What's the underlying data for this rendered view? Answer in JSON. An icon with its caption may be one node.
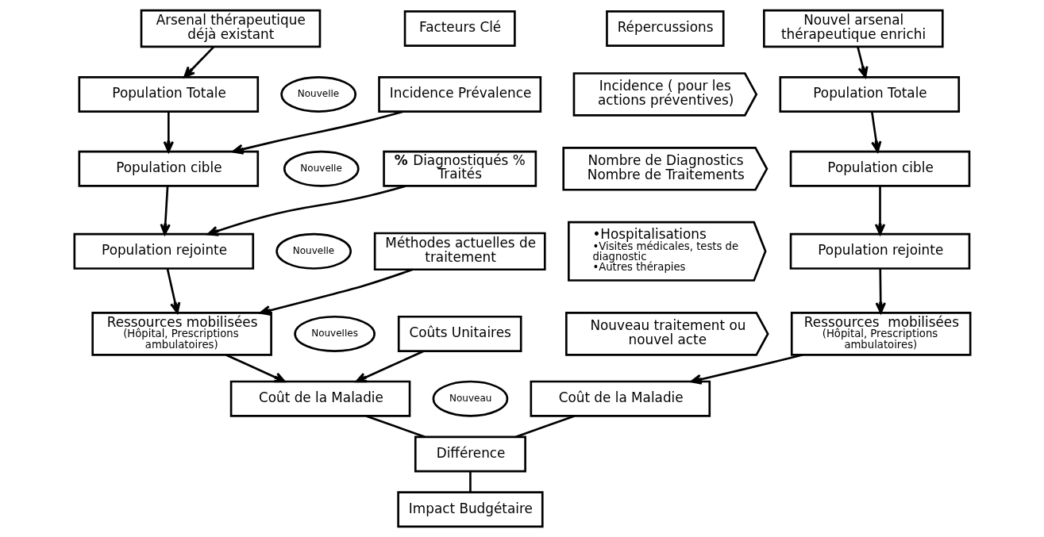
{
  "diagram": {
    "nodes": [
      {
        "text": [
          "Arsenal thérapeutique déjà existant"
        ]
      },
      {
        "text": [
          "Facteurs Clé"
        ]
      },
      {
        "text": [
          "Répercussions"
        ]
      },
      {
        "text": [
          "Nouvel arsenal thérapeutique enrichi"
        ]
      },
      {
        "text": [
          "Population Totale"
        ]
      },
      {
        "text": [
          "Nouvelle"
        ]
      },
      {
        "text": [
          "Population Totale"
        ]
      },
      {
        "text": [
          "Incidence Prévalence"
        ]
      },
      {
        "text": [
          "Incidence ( pour les actions préventives)"
        ]
      },
      {
        "text": [
          "Population cible"
        ]
      },
      {
        "text": [
          "Nouvelle"
        ]
      },
      {
        "text": [
          "Population cible"
        ]
      },
      {
        "text": [
          "**%** Diagnostiqués % Traités"
        ]
      },
      {
        "text": [
          "Nombre de Diagnostics Nombre de Traitements"
        ]
      },
      {
        "text": [
          "Population rejointe"
        ]
      },
      {
        "text": [
          "Nouvelle"
        ]
      },
      {
        "text": [
          "Population rejointe"
        ]
      },
      {
        "text": [
          "Méthodes actuelles de traitement"
        ]
      },
      {
        "text": [
          "•Hospitalisations",
          "•Visites médicales, tests de diagnostic",
          "•Autres thérapies"
        ]
      },
      {
        "text": [
          "Ressources mobilisées",
          "(Hôpital, Prescriptions ambulatoires)"
        ]
      },
      {
        "text": [
          "Nouvelles"
        ]
      },
      {
        "text": [
          "Ressources  mobilisées",
          "(Hôpital, Prescriptions ambulatoires)"
        ]
      },
      {
        "text": [
          "Coûts Unitaires"
        ]
      },
      {
        "text": [
          "Nouveau traitement ou nouvel acte"
        ]
      },
      {
        "text": [
          "Coût de la Maladie"
        ]
      },
      {
        "text": [
          "Nouveau"
        ]
      },
      {
        "text": [
          "Coût de la Maladie"
        ]
      },
      {
        "text": [
          "Différence"
        ]
      },
      {
        "text": [
          "Impact Budgétaire"
        ]
      }
    ],
    "edges": [
      {
        "from": 0,
        "to": 4,
        "arrow": "to"
      },
      {
        "from": 4,
        "to": 9,
        "arrow": "to"
      },
      {
        "from": 7,
        "to": 9,
        "arrow": "to"
      },
      {
        "from": 9,
        "to": 14,
        "arrow": "to"
      },
      {
        "from": 12,
        "to": 14,
        "arrow": "to"
      },
      {
        "from": 14,
        "to": 19,
        "arrow": "to"
      },
      {
        "from": 17,
        "to": 19,
        "arrow": "to"
      },
      {
        "from": 19,
        "to": 24,
        "arrow": "to"
      },
      {
        "from": 22,
        "to": 24,
        "arrow": "to"
      },
      {
        "from": 3,
        "to": 6,
        "arrow": "to"
      },
      {
        "from": 6,
        "to": 11,
        "arrow": "to"
      },
      {
        "from": 11,
        "to": 16,
        "arrow": "to"
      },
      {
        "from": 16,
        "to": 21,
        "arrow": "to"
      },
      {
        "from": 21,
        "to": 26,
        "arrow": "to"
      },
      {
        "from": 24,
        "to": 27,
        "arrow": "none"
      },
      {
        "from": 26,
        "to": 27,
        "arrow": "none"
      },
      {
        "from": 27,
        "to": 28,
        "arrow": "none"
      }
    ]
  }
}
